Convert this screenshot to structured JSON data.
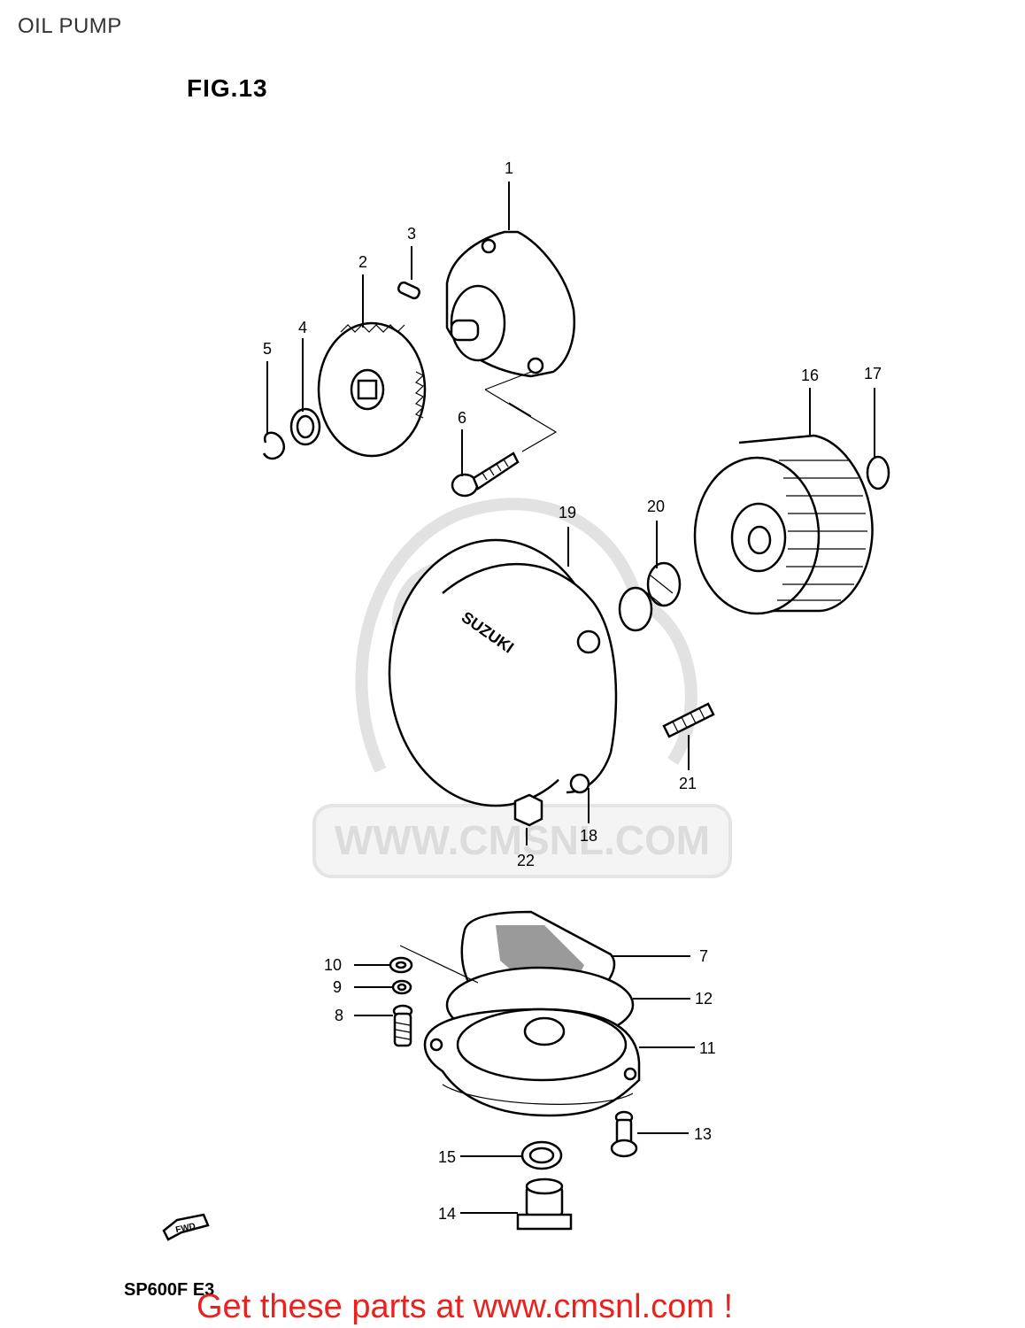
{
  "page": {
    "title": "OIL PUMP",
    "figure": "FIG.13",
    "model_code": "SP600F E3"
  },
  "watermark": {
    "text": "WWW.CMSNL.COM"
  },
  "cover_logo": "SUZUKI",
  "fwd_tag": "FWD",
  "promo": {
    "text": "Get these parts at www.cmsnl.com !"
  },
  "callouts": [
    "1",
    "2",
    "3",
    "4",
    "5",
    "6",
    "7",
    "8",
    "9",
    "10",
    "11",
    "12",
    "13",
    "14",
    "15",
    "16",
    "17",
    "18",
    "19",
    "20",
    "21",
    "22"
  ],
  "colors": {
    "promo": "#e8231f",
    "watermark": "#dcdcdc",
    "lines": "#000000"
  }
}
